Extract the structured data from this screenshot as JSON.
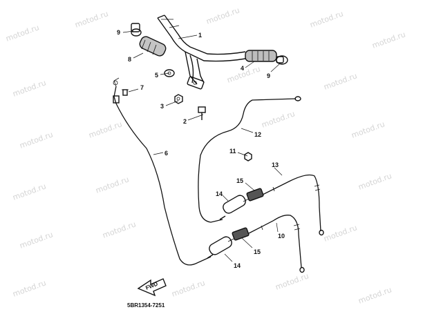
{
  "watermark": "motod.ru",
  "diagram_code": "5BR1354-7251",
  "fwd_label": "FWD",
  "callouts": [
    "1",
    "2",
    "3",
    "4",
    "5",
    "6",
    "7",
    "8",
    "9",
    "9",
    "10",
    "11",
    "12",
    "13",
    "14",
    "14",
    "15",
    "15"
  ]
}
